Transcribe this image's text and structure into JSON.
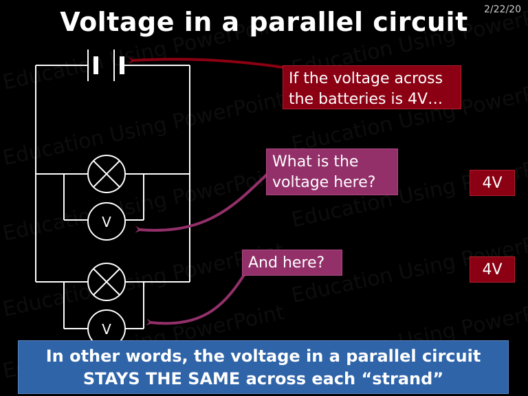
{
  "slide": {
    "date": "2/22/20",
    "title": "Voltage in a parallel circuit",
    "watermark": "Education Using PowerPoint"
  },
  "circuit": {
    "voltmeter_symbol": "V",
    "lamp_icon": "lamp-icon",
    "battery_icon": "battery-icon"
  },
  "callouts": {
    "batteries_line1": "If the voltage across",
    "batteries_line2": "the batteries is 4V…",
    "voltage_line1": "What is the",
    "voltage_line2": "voltage here?",
    "and_here": "And here?"
  },
  "answers": [
    "4V",
    "4V"
  ],
  "banner": {
    "line1": "In other words, the voltage in a parallel circuit",
    "line2": "STAYS THE SAME across each “strand”"
  },
  "colors": {
    "background": "#000000",
    "red_box": "#8b0012",
    "purple_box": "#93306a",
    "banner": "#2f64a8",
    "arrow_red": "#8b0012",
    "arrow_purple": "#93306a"
  }
}
